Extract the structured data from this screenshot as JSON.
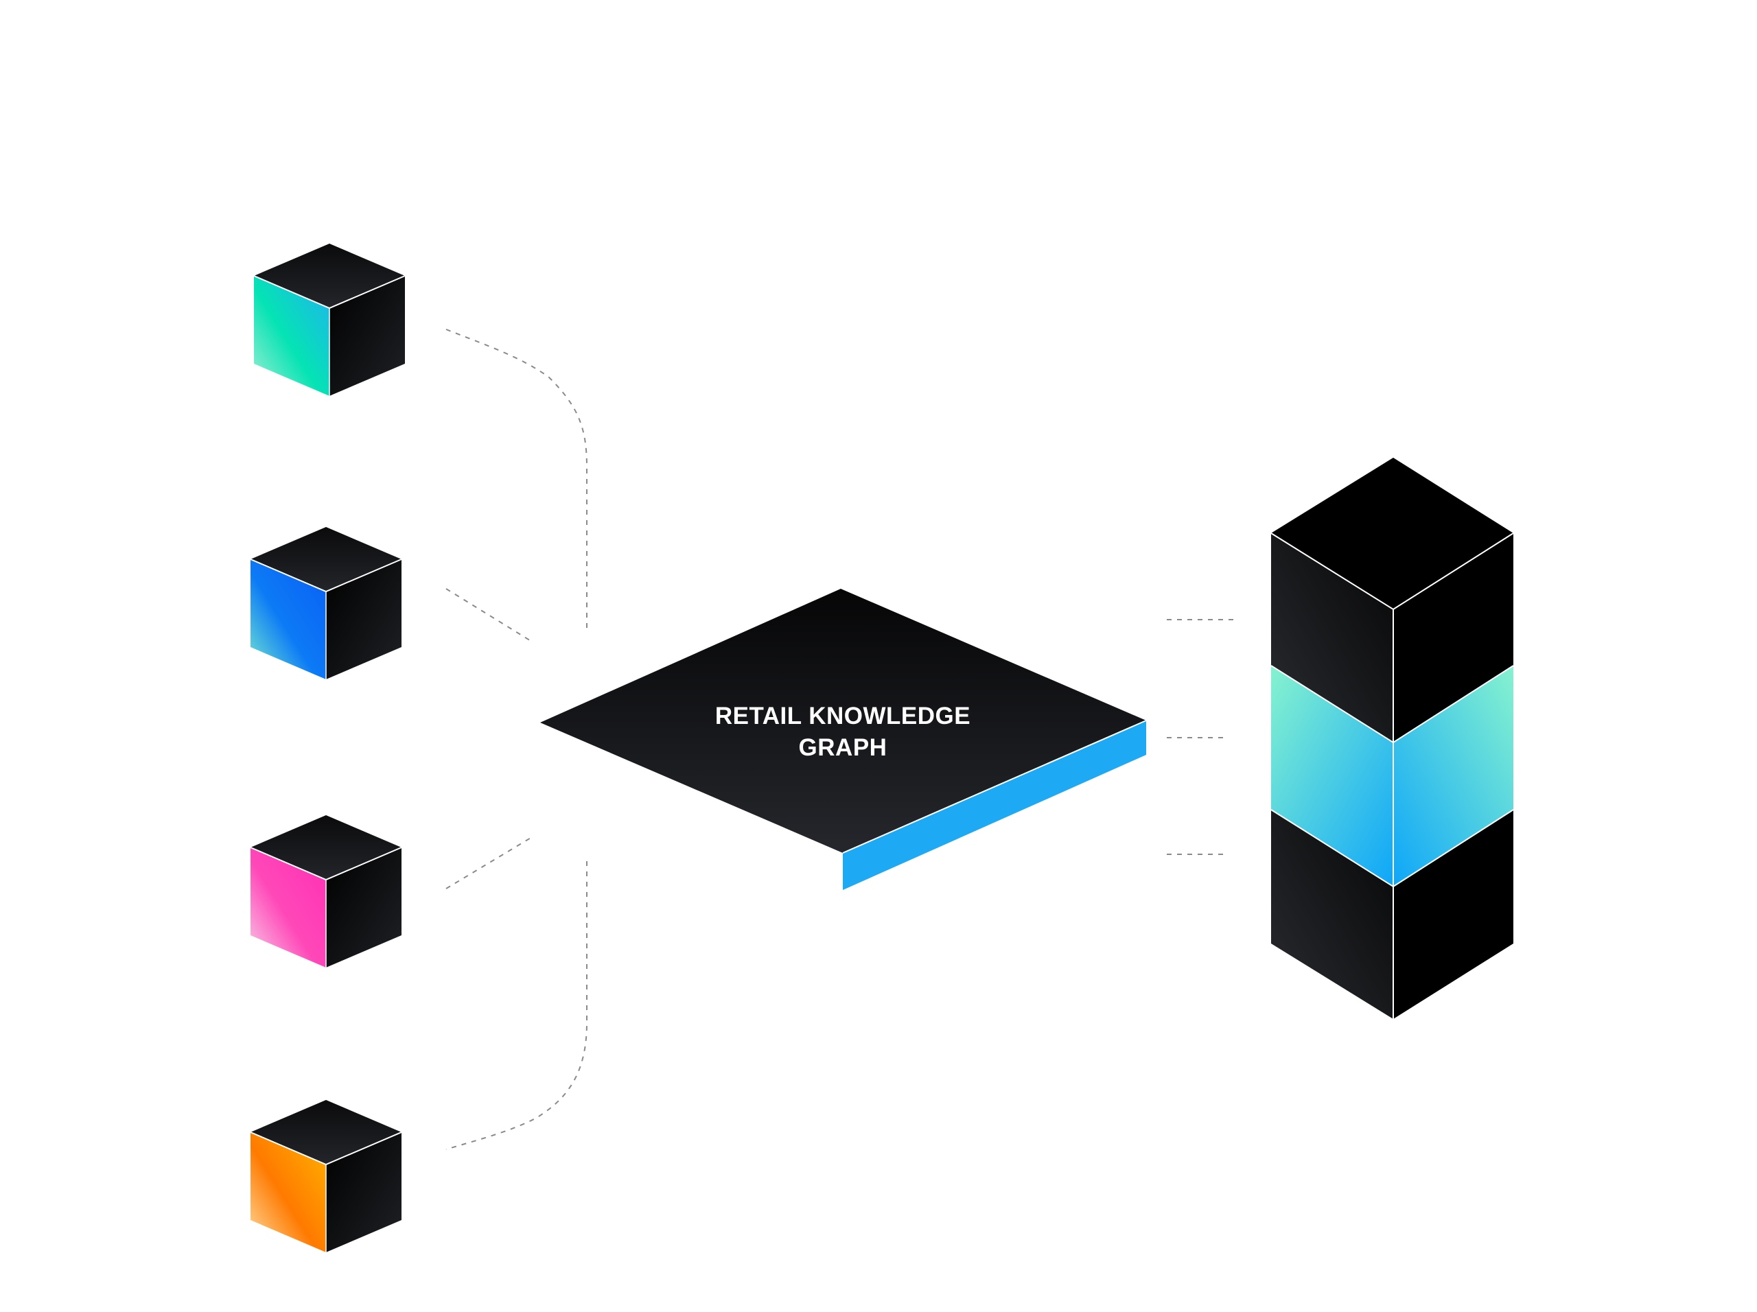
{
  "hub": {
    "title_line1": "RETAIL KNOWLEDGE",
    "title_line2": "GRAPH",
    "accent_color": "#1ea9f5",
    "top_color": "#0b0b0c"
  },
  "source_cubes": [
    {
      "name": "source-cube-teal",
      "accent_from": "#1fb3f0",
      "accent_to": "#05e3b4",
      "accent_light": "#a8f0d6"
    },
    {
      "name": "source-cube-blue",
      "accent_from": "#0a5ff5",
      "accent_to": "#0c7af5",
      "accent_light": "#7df0cf"
    },
    {
      "name": "source-cube-pink",
      "accent_from": "#ff2fb5",
      "accent_to": "#ff48b8",
      "accent_light": "#f7d3ea"
    },
    {
      "name": "source-cube-orange",
      "accent_from": "#ffb400",
      "accent_to": "#ff7a00",
      "accent_light": "#ffe0a8"
    }
  ],
  "tower": {
    "middle_from": "#86f2cf",
    "middle_to": "#0ea6f9"
  },
  "connector_color": "#8a8a8a"
}
